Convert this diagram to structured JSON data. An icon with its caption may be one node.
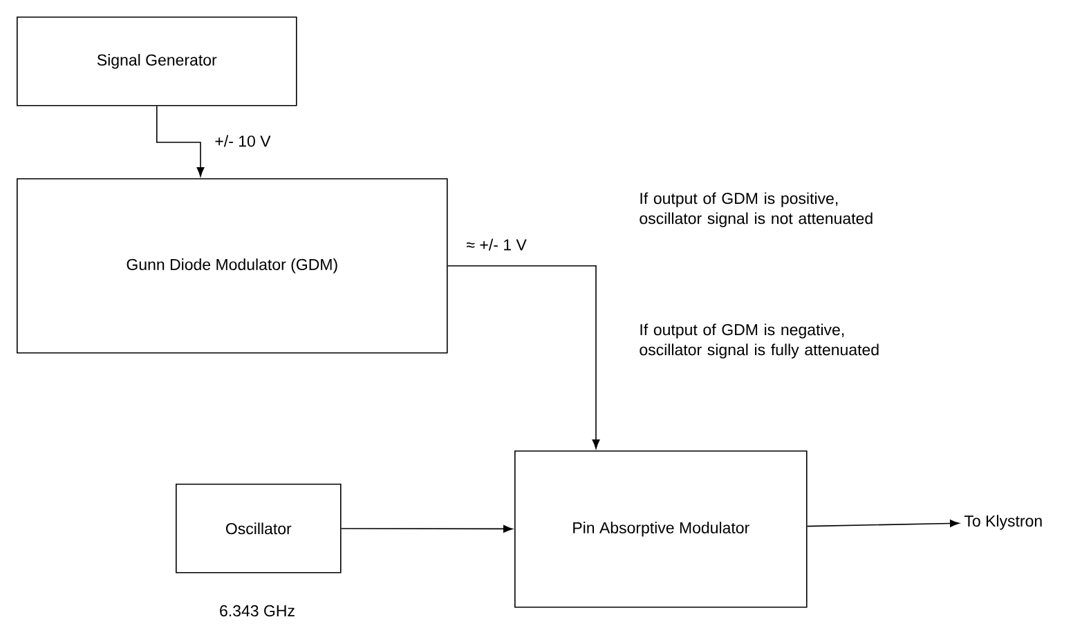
{
  "diagram": {
    "nodes": [
      {
        "text": [
          "Signal Generator"
        ]
      },
      {
        "text": [
          "Gunn Diode Modulator (GDM)"
        ]
      },
      {
        "text": [
          "Oscillator"
        ],
        "beside": [
          "6.343 GHz"
        ]
      },
      {
        "text": [
          "Pin Absorptive Modulator"
        ]
      },
      {
        "text": [
          "To Klystron"
        ]
      }
    ],
    "edges": [
      {
        "from": 0,
        "to": 1,
        "arrow": "to",
        "label": "+/- 10 V"
      },
      {
        "from": 1,
        "to": 3,
        "arrow": "to",
        "label": "≈ +/- 1 V"
      },
      {
        "from": 2,
        "to": 3,
        "arrow": "to"
      },
      {
        "from": 3,
        "to": 4,
        "arrow": "to"
      }
    ],
    "labels": [
      "If output of GDM is positive, oscillator signal is not attenuated",
      "If output of GDM is negative, oscillator signal is fully attenuated"
    ]
  }
}
